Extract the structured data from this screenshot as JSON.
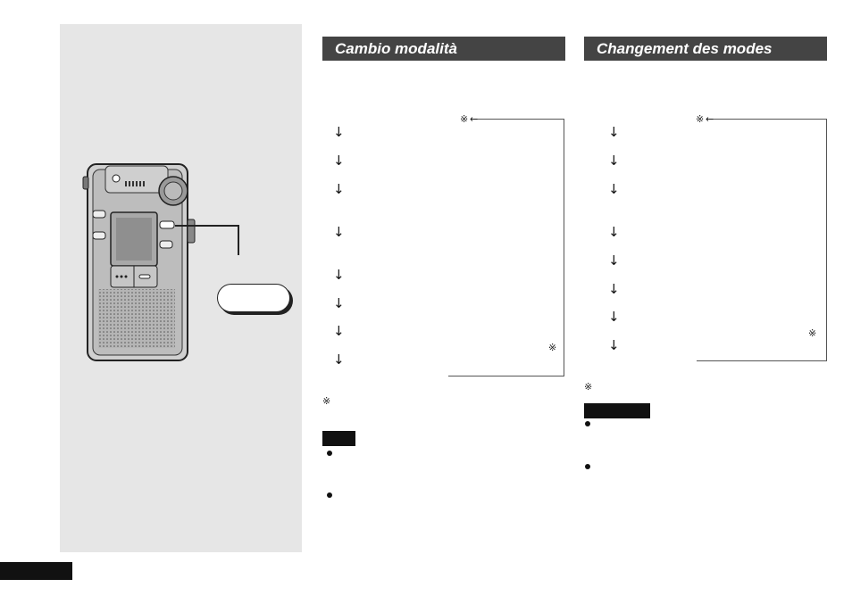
{
  "headings": {
    "italian": "Cambio modalità",
    "french": "Changement des modes"
  },
  "symbols": {
    "arrow": "↓",
    "reference_mark": "※"
  },
  "illustration": {
    "device_name": "ic-recorder-device"
  }
}
